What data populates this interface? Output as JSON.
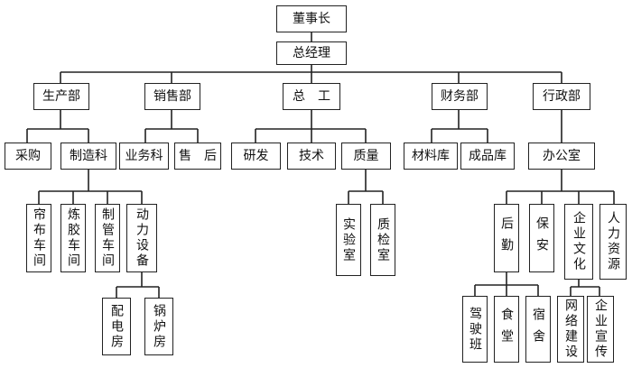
{
  "org_chart": {
    "chairman": "董事长",
    "general_manager": "总经理",
    "departments": {
      "production": "生产部",
      "sales": "销售部",
      "chief_engineer": "总　工",
      "finance": "财务部",
      "admin": "行政部"
    },
    "production": {
      "purchasing": "采购",
      "manufacturing": "制造科",
      "workshops": {
        "curtain": "帘布车间",
        "rubber_mixing": "炼胶车间",
        "tube_making": "制管车间",
        "power_equipment": "动力设备"
      },
      "power_sub": {
        "power_room": "配电房",
        "boiler_room": "锅炉房"
      }
    },
    "sales": {
      "business": "业务科",
      "after_sales": "售　后"
    },
    "chief_engineer": {
      "rnd": "研发",
      "technology": "技术",
      "quality": "质量",
      "quality_sub": {
        "laboratory": "实验室",
        "inspection": "质检室"
      }
    },
    "finance": {
      "materials": "材料库",
      "finished_goods": "成品库"
    },
    "admin": {
      "office": "办公室",
      "logistics": "后勤",
      "security": "保安",
      "culture": "企业文化",
      "hr": "人力资源",
      "logistics_sub": {
        "drivers": "驾驶班",
        "canteen": "食堂",
        "dormitory": "宿舍"
      },
      "culture_sub": {
        "network": "网络建设",
        "publicity": "企业宣传"
      }
    }
  }
}
